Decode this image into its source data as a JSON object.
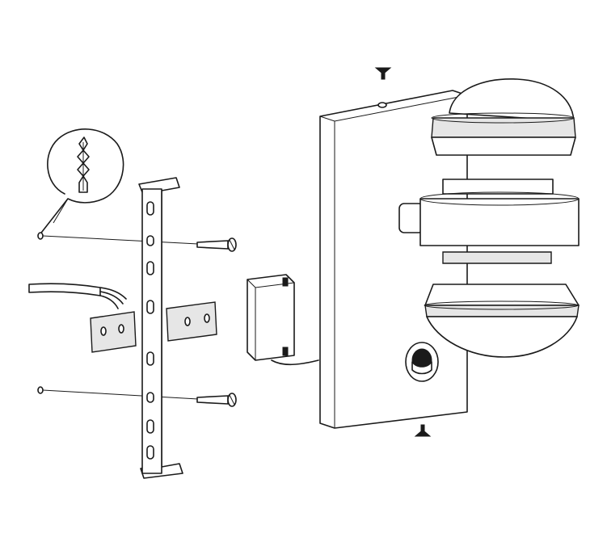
{
  "diagram": {
    "colors": {
      "line": "#1a1a1a",
      "background": "#ffffff",
      "shade": "#e6e6e6"
    },
    "parts": [
      "wall-plug-detail",
      "mounting-bracket",
      "mounting-screw-upper",
      "mounting-screw-lower",
      "supply-cable",
      "terminal-block",
      "wall-luminaire-housing",
      "upper-dome-cover",
      "lamp-ring-body",
      "lower-dome-cover",
      "motion-sensor",
      "cover-screw-top",
      "cover-screw-bottom"
    ]
  }
}
